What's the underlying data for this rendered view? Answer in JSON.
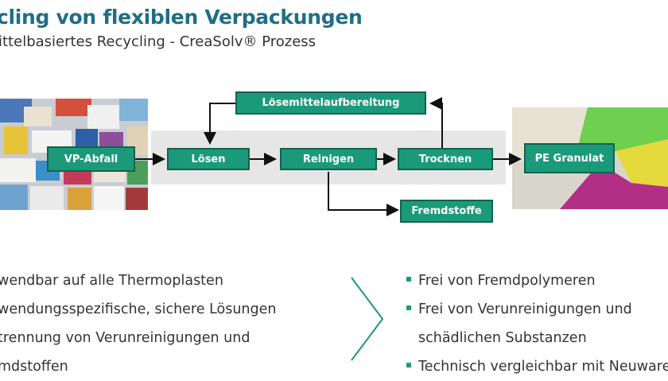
{
  "slide": {
    "title": "cling von flexiblen Verpackungen",
    "subtitle": "ittelbasiertes Recycling - CreaSolv® Prozess"
  },
  "diagram": {
    "nodes": {
      "vp_abfall": "VP-Abfall",
      "loesen": "Lösen",
      "reinigen": "Reinigen",
      "trocknen": "Trocknen",
      "pe_granulat": "PE Granulat",
      "loesemittel": "Lösemittelaufbereitung",
      "fremdstoffe": "Fremdstoffe"
    }
  },
  "left_list": [
    "wendbar auf alle Thermoplasten",
    "wendungsspezifische, sichere Lösungen",
    "trennung von Verunreinigungen und",
    "mdstoffen"
  ],
  "right_list": [
    {
      "text": "Frei von Fremdpolymeren",
      "bullet": true
    },
    {
      "text": "Frei von Verunreinigungen und",
      "bullet": true
    },
    {
      "text": "schädlichen Substanzen",
      "bullet": false
    },
    {
      "text": "Technisch vergleichbar mit Neuware",
      "bullet": true
    }
  ],
  "colors": {
    "accent": "#1b9a7a",
    "title": "#1f6e84"
  }
}
